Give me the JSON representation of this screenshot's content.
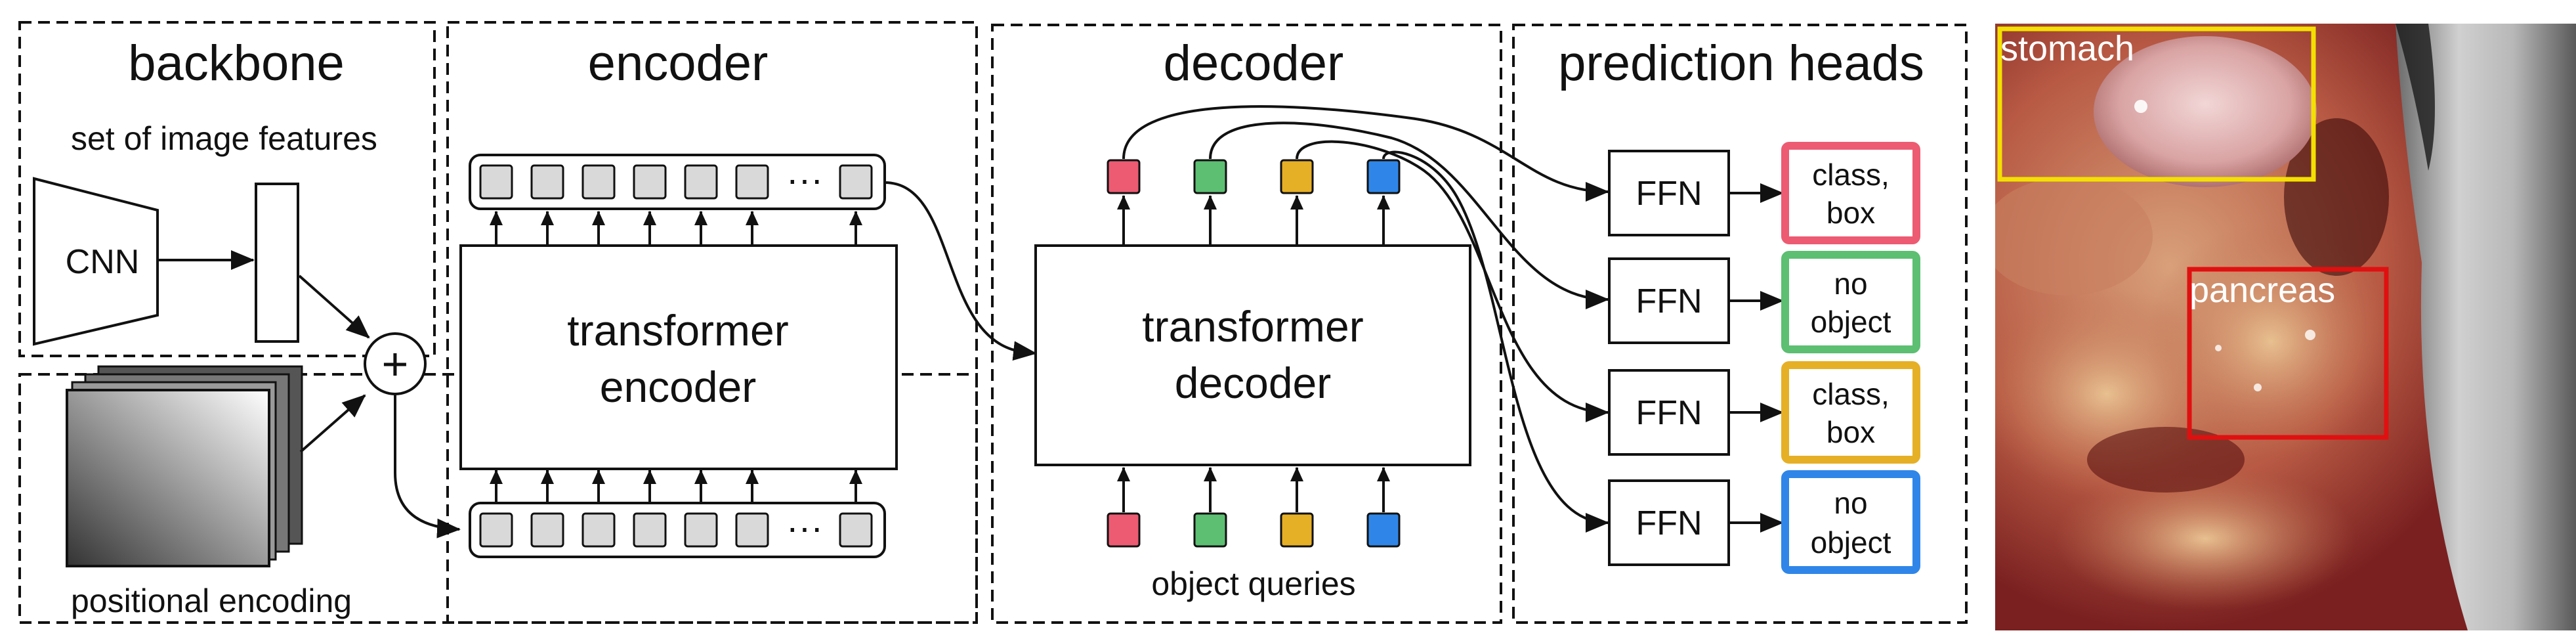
{
  "diagram": {
    "sections": {
      "backbone": "backbone",
      "encoder": "encoder",
      "decoder": "decoder",
      "prediction_heads": "prediction heads"
    },
    "backbone": {
      "features_label": "set of image features",
      "cnn_label": "CNN",
      "plus_symbol": "+",
      "positional_label": "positional encoding"
    },
    "encoder": {
      "block_line1": "transformer",
      "block_line2": "encoder",
      "ellipsis": "···"
    },
    "decoder": {
      "block_line1": "transformer",
      "block_line2": "decoder",
      "queries_label": "object queries",
      "query_colors": [
        "#ec5b72",
        "#5cbf72",
        "#e6b026",
        "#2f86e8"
      ]
    },
    "heads": [
      {
        "ffn": "FFN",
        "line1": "class,",
        "line2": "box",
        "color": "#ec5b72"
      },
      {
        "ffn": "FFN",
        "line1": "no",
        "line2": "object",
        "color": "#5cbf72"
      },
      {
        "ffn": "FFN",
        "line1": "class,",
        "line2": "box",
        "color": "#e6b026"
      },
      {
        "ffn": "FFN",
        "line1": "no",
        "line2": "object",
        "color": "#2f86e8"
      }
    ]
  },
  "photo": {
    "stomach_label": "stomach",
    "stomach_box_color": "#f4e000",
    "pancreas_label": "pancreas",
    "pancreas_box_color": "#e01010"
  }
}
